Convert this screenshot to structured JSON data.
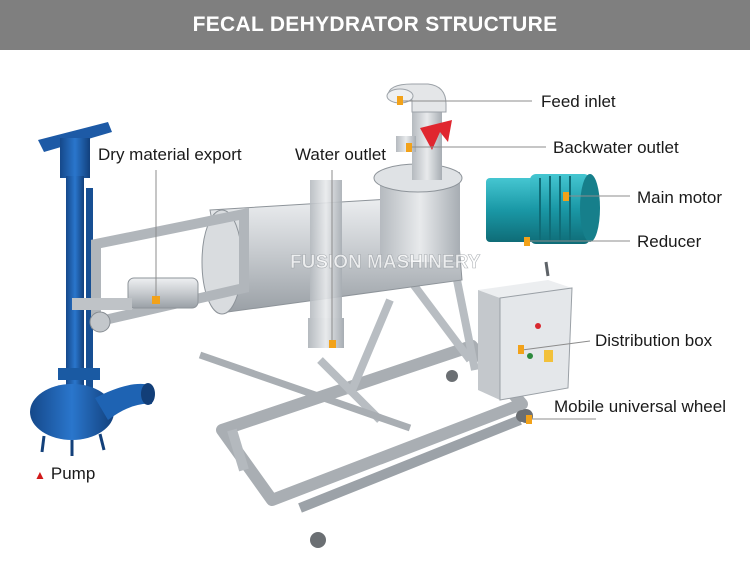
{
  "header": {
    "title": "FECAL DEHYDRATOR STRUCTURE",
    "bar_color": "#7f7f7f"
  },
  "labels": {
    "feed_inlet": "Feed inlet",
    "backwater_outlet": "Backwater outlet",
    "main_motor": "Main motor",
    "reducer": "Reducer",
    "distribution_box": "Distribution box",
    "mobile_wheel": "Mobile universal wheel",
    "dry_material_export": "Dry material export",
    "water_outlet": "Water outlet",
    "pump": "Pump"
  },
  "watermark": "FUSION MASHINERY",
  "colors": {
    "marker": "#f2a21a",
    "pump_blue": "#1f64b5",
    "motor_teal": "#1fa8b4",
    "machine_gray": "#c9cdd2",
    "tag_red": "#e0262f"
  }
}
